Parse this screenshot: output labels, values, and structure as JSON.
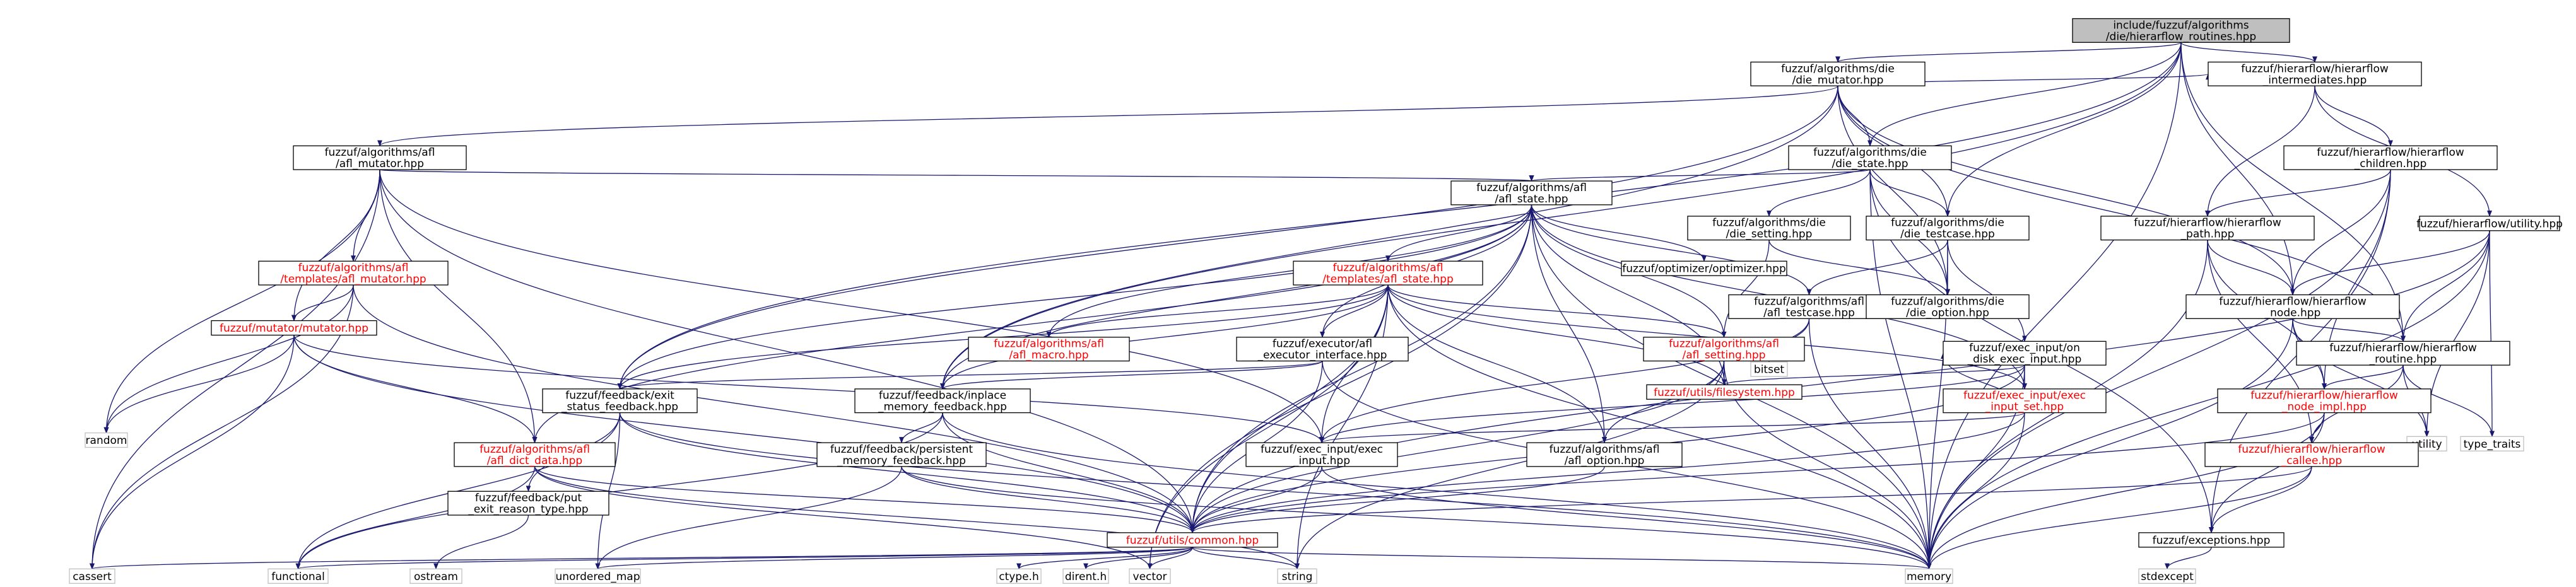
{
  "nodes": [
    {
      "id": "root",
      "lines": [
        "include/fuzzuf/algorithms",
        "/die/hierarflow_routines.hpp"
      ],
      "style": "root"
    },
    {
      "id": "die_mutator",
      "lines": [
        "fuzzuf/algorithms/die",
        "/die_mutator.hpp"
      ],
      "style": "normal"
    },
    {
      "id": "hf_intermediates",
      "lines": [
        "fuzzuf/hierarflow/hierarflow",
        "_intermediates.hpp"
      ],
      "style": "normal"
    },
    {
      "id": "afl_mutator",
      "lines": [
        "fuzzuf/algorithms/afl",
        "/afl_mutator.hpp"
      ],
      "style": "normal"
    },
    {
      "id": "die_state",
      "lines": [
        "fuzzuf/algorithms/die",
        "/die_state.hpp"
      ],
      "style": "normal"
    },
    {
      "id": "hf_children",
      "lines": [
        "fuzzuf/hierarflow/hierarflow",
        "_children.hpp"
      ],
      "style": "normal"
    },
    {
      "id": "afl_state",
      "lines": [
        "fuzzuf/algorithms/afl",
        "/afl_state.hpp"
      ],
      "style": "normal"
    },
    {
      "id": "die_setting",
      "lines": [
        "fuzzuf/algorithms/die",
        "/die_setting.hpp"
      ],
      "style": "normal"
    },
    {
      "id": "die_testcase",
      "lines": [
        "fuzzuf/algorithms/die",
        "/die_testcase.hpp"
      ],
      "style": "normal"
    },
    {
      "id": "hf_path",
      "lines": [
        "fuzzuf/hierarflow/hierarflow",
        "_path.hpp"
      ],
      "style": "normal"
    },
    {
      "id": "utility_hpp",
      "lines": [
        "fuzzuf/hierarflow/utility.hpp"
      ],
      "style": "normal"
    },
    {
      "id": "tmpl_afl_mutator",
      "lines": [
        "fuzzuf/algorithms/afl",
        "/templates/afl_mutator.hpp"
      ],
      "style": "red"
    },
    {
      "id": "tmpl_afl_state",
      "lines": [
        "fuzzuf/algorithms/afl",
        "/templates/afl_state.hpp"
      ],
      "style": "red"
    },
    {
      "id": "optimizer",
      "lines": [
        "fuzzuf/optimizer/optimizer.hpp"
      ],
      "style": "normal"
    },
    {
      "id": "afl_testcase",
      "lines": [
        "fuzzuf/algorithms/afl",
        "/afl_testcase.hpp"
      ],
      "style": "normal"
    },
    {
      "id": "die_option",
      "lines": [
        "fuzzuf/algorithms/die",
        "/die_option.hpp"
      ],
      "style": "normal"
    },
    {
      "id": "hf_node",
      "lines": [
        "fuzzuf/hierarflow/hierarflow",
        "_node.hpp"
      ],
      "style": "normal"
    },
    {
      "id": "mutator_mutator",
      "lines": [
        "fuzzuf/mutator/mutator.hpp"
      ],
      "style": "red"
    },
    {
      "id": "afl_macro",
      "lines": [
        "fuzzuf/algorithms/afl",
        "/afl_macro.hpp"
      ],
      "style": "red"
    },
    {
      "id": "executor_afl",
      "lines": [
        "fuzzuf/executor/afl",
        "_executor_interface.hpp"
      ],
      "style": "normal"
    },
    {
      "id": "afl_setting",
      "lines": [
        "fuzzuf/algorithms/afl",
        "/afl_setting.hpp"
      ],
      "style": "red"
    },
    {
      "id": "bitset",
      "lines": [
        "bitset"
      ],
      "style": "ext"
    },
    {
      "id": "on_disk",
      "lines": [
        "fuzzuf/exec_input/on",
        "_disk_exec_input.hpp"
      ],
      "style": "normal"
    },
    {
      "id": "hf_routine",
      "lines": [
        "fuzzuf/hierarflow/hierarflow",
        "_routine.hpp"
      ],
      "style": "normal"
    },
    {
      "id": "exit_status",
      "lines": [
        "fuzzuf/feedback/exit",
        "_status_feedback.hpp"
      ],
      "style": "normal"
    },
    {
      "id": "inplace_mem",
      "lines": [
        "fuzzuf/feedback/inplace",
        "_memory_feedback.hpp"
      ],
      "style": "normal"
    },
    {
      "id": "filesystem",
      "lines": [
        "fuzzuf/utils/filesystem.hpp"
      ],
      "style": "red"
    },
    {
      "id": "exec_input_set",
      "lines": [
        "fuzzuf/exec_input/exec",
        "_input_set.hpp"
      ],
      "style": "red"
    },
    {
      "id": "hf_node_impl",
      "lines": [
        "fuzzuf/hierarflow/hierarflow",
        "_node_impl.hpp"
      ],
      "style": "red"
    },
    {
      "id": "utility",
      "lines": [
        "utility"
      ],
      "style": "ext"
    },
    {
      "id": "type_traits",
      "lines": [
        "type_traits"
      ],
      "style": "ext"
    },
    {
      "id": "random",
      "lines": [
        "random"
      ],
      "style": "ext"
    },
    {
      "id": "afl_dict_data",
      "lines": [
        "fuzzuf/algorithms/afl",
        "/afl_dict_data.hpp"
      ],
      "style": "red"
    },
    {
      "id": "persistent_mem",
      "lines": [
        "fuzzuf/feedback/persistent",
        "_memory_feedback.hpp"
      ],
      "style": "normal"
    },
    {
      "id": "exec_input",
      "lines": [
        "fuzzuf/exec_input/exec",
        "_input.hpp"
      ],
      "style": "normal"
    },
    {
      "id": "afl_option",
      "lines": [
        "fuzzuf/algorithms/afl",
        "/afl_option.hpp"
      ],
      "style": "normal"
    },
    {
      "id": "hf_callee",
      "lines": [
        "fuzzuf/hierarflow/hierarflow",
        "_callee.hpp"
      ],
      "style": "red"
    },
    {
      "id": "put_exit",
      "lines": [
        "fuzzuf/feedback/put",
        "_exit_reason_type.hpp"
      ],
      "style": "normal"
    },
    {
      "id": "common",
      "lines": [
        "fuzzuf/utils/common.hpp"
      ],
      "style": "red"
    },
    {
      "id": "exceptions",
      "lines": [
        "fuzzuf/exceptions.hpp"
      ],
      "style": "normal"
    },
    {
      "id": "cassert",
      "lines": [
        "cassert"
      ],
      "style": "ext"
    },
    {
      "id": "functional",
      "lines": [
        "functional"
      ],
      "style": "ext"
    },
    {
      "id": "ostream",
      "lines": [
        "ostream"
      ],
      "style": "ext"
    },
    {
      "id": "unordered_map",
      "lines": [
        "unordered_map"
      ],
      "style": "ext"
    },
    {
      "id": "ctype",
      "lines": [
        "ctype.h"
      ],
      "style": "ext"
    },
    {
      "id": "dirent",
      "lines": [
        "dirent.h"
      ],
      "style": "ext"
    },
    {
      "id": "vector",
      "lines": [
        "vector"
      ],
      "style": "ext"
    },
    {
      "id": "string",
      "lines": [
        "string"
      ],
      "style": "ext"
    },
    {
      "id": "memory",
      "lines": [
        "memory"
      ],
      "style": "ext"
    },
    {
      "id": "stdexcept",
      "lines": [
        "stdexcept"
      ],
      "style": "ext"
    }
  ],
  "edges": [
    [
      "root",
      "die_mutator"
    ],
    [
      "root",
      "hf_intermediates"
    ],
    [
      "root",
      "die_state"
    ],
    [
      "root",
      "die_testcase"
    ],
    [
      "root",
      "exit_status"
    ],
    [
      "root",
      "inplace_mem"
    ],
    [
      "root",
      "hf_node"
    ],
    [
      "root",
      "hf_routine"
    ],
    [
      "root",
      "memory"
    ],
    [
      "die_mutator",
      "afl_mutator"
    ],
    [
      "die_mutator",
      "die_state"
    ],
    [
      "die_mutator",
      "die_testcase"
    ],
    [
      "die_mutator",
      "die_option"
    ],
    [
      "die_mutator",
      "hf_intermediates"
    ],
    [
      "die_mutator",
      "hf_node"
    ],
    [
      "die_mutator",
      "hf_routine"
    ],
    [
      "die_mutator",
      "exit_status"
    ],
    [
      "die_mutator",
      "inplace_mem"
    ],
    [
      "hf_intermediates",
      "hf_children"
    ],
    [
      "hf_intermediates",
      "hf_path"
    ],
    [
      "hf_intermediates",
      "utility_hpp"
    ],
    [
      "afl_mutator",
      "afl_state"
    ],
    [
      "afl_mutator",
      "tmpl_afl_mutator"
    ],
    [
      "afl_mutator",
      "mutator_mutator"
    ],
    [
      "afl_mutator",
      "random"
    ],
    [
      "afl_mutator",
      "cassert"
    ],
    [
      "afl_mutator",
      "afl_dict_data"
    ],
    [
      "afl_mutator",
      "exec_input"
    ],
    [
      "afl_mutator",
      "common"
    ],
    [
      "die_state",
      "afl_state"
    ],
    [
      "die_state",
      "die_setting"
    ],
    [
      "die_state",
      "die_testcase"
    ],
    [
      "die_state",
      "die_option"
    ],
    [
      "die_state",
      "exceptions"
    ],
    [
      "die_state",
      "memory"
    ],
    [
      "hf_children",
      "hf_path"
    ],
    [
      "hf_children",
      "hf_node"
    ],
    [
      "hf_children",
      "hf_node_impl"
    ],
    [
      "hf_children",
      "memory"
    ],
    [
      "hf_children",
      "exceptions"
    ],
    [
      "afl_state",
      "tmpl_afl_state"
    ],
    [
      "afl_state",
      "optimizer"
    ],
    [
      "afl_state",
      "afl_testcase"
    ],
    [
      "afl_state",
      "afl_macro"
    ],
    [
      "afl_state",
      "executor_afl"
    ],
    [
      "afl_state",
      "afl_setting"
    ],
    [
      "afl_state",
      "exit_status"
    ],
    [
      "afl_state",
      "inplace_mem"
    ],
    [
      "afl_state",
      "filesystem"
    ],
    [
      "afl_state",
      "exec_input_set"
    ],
    [
      "afl_state",
      "afl_option"
    ],
    [
      "afl_state",
      "common"
    ],
    [
      "afl_state",
      "memory"
    ],
    [
      "afl_state",
      "afl_dict_data"
    ],
    [
      "afl_state",
      "vector"
    ],
    [
      "die_setting",
      "afl_setting"
    ],
    [
      "die_setting",
      "die_option"
    ],
    [
      "die_testcase",
      "afl_testcase"
    ],
    [
      "die_testcase",
      "die_option"
    ],
    [
      "die_testcase",
      "on_disk"
    ],
    [
      "die_testcase",
      "memory"
    ],
    [
      "hf_path",
      "hf_node"
    ],
    [
      "hf_path",
      "hf_node_impl"
    ],
    [
      "hf_path",
      "hf_callee"
    ],
    [
      "hf_path",
      "memory"
    ],
    [
      "utility_hpp",
      "hf_node"
    ],
    [
      "utility_hpp",
      "hf_routine"
    ],
    [
      "utility_hpp",
      "utility"
    ],
    [
      "utility_hpp",
      "type_traits"
    ],
    [
      "utility_hpp",
      "memory"
    ],
    [
      "utility_hpp",
      "common"
    ],
    [
      "tmpl_afl_mutator",
      "mutator_mutator"
    ],
    [
      "tmpl_afl_mutator",
      "random"
    ],
    [
      "tmpl_afl_mutator",
      "cassert"
    ],
    [
      "tmpl_afl_mutator",
      "common"
    ],
    [
      "tmpl_afl_state",
      "afl_macro"
    ],
    [
      "tmpl_afl_state",
      "executor_afl"
    ],
    [
      "tmpl_afl_state",
      "afl_setting"
    ],
    [
      "tmpl_afl_state",
      "exit_status"
    ],
    [
      "tmpl_afl_state",
      "inplace_mem"
    ],
    [
      "tmpl_afl_state",
      "filesystem"
    ],
    [
      "tmpl_afl_state",
      "exec_input_set"
    ],
    [
      "tmpl_afl_state",
      "afl_option"
    ],
    [
      "tmpl_afl_state",
      "exec_input"
    ],
    [
      "tmpl_afl_state",
      "common"
    ],
    [
      "tmpl_afl_state",
      "string"
    ],
    [
      "tmpl_afl_state",
      "vector"
    ],
    [
      "tmpl_afl_state",
      "memory"
    ],
    [
      "afl_testcase",
      "exec_input"
    ],
    [
      "afl_testcase",
      "bitset"
    ],
    [
      "afl_testcase",
      "memory"
    ],
    [
      "hf_node",
      "hf_routine"
    ],
    [
      "hf_node",
      "hf_node_impl"
    ],
    [
      "hf_node",
      "utility"
    ],
    [
      "hf_node",
      "memory"
    ],
    [
      "mutator_mutator",
      "random"
    ],
    [
      "mutator_mutator",
      "cassert"
    ],
    [
      "mutator_mutator",
      "afl_dict_data"
    ],
    [
      "mutator_mutator",
      "exec_input"
    ],
    [
      "mutator_mutator",
      "common"
    ],
    [
      "executor_afl",
      "exit_status"
    ],
    [
      "executor_afl",
      "inplace_mem"
    ],
    [
      "executor_afl",
      "common"
    ],
    [
      "executor_afl",
      "memory"
    ],
    [
      "afl_setting",
      "filesystem"
    ],
    [
      "afl_setting",
      "afl_option"
    ],
    [
      "afl_setting",
      "common"
    ],
    [
      "afl_setting",
      "string"
    ],
    [
      "afl_setting",
      "memory"
    ],
    [
      "on_disk",
      "exec_input_set"
    ],
    [
      "on_disk",
      "filesystem"
    ],
    [
      "on_disk",
      "exec_input"
    ],
    [
      "on_disk",
      "common"
    ],
    [
      "on_disk",
      "memory"
    ],
    [
      "hf_routine",
      "hf_node_impl"
    ],
    [
      "hf_routine",
      "hf_callee"
    ],
    [
      "hf_routine",
      "utility"
    ],
    [
      "hf_routine",
      "type_traits"
    ],
    [
      "exit_status",
      "put_exit"
    ],
    [
      "exit_status",
      "common"
    ],
    [
      "exit_status",
      "functional"
    ],
    [
      "exit_status",
      "unordered_map"
    ],
    [
      "exit_status",
      "memory"
    ],
    [
      "inplace_mem",
      "persistent_mem"
    ],
    [
      "inplace_mem",
      "common"
    ],
    [
      "inplace_mem",
      "functional"
    ],
    [
      "inplace_mem",
      "memory"
    ],
    [
      "exec_input_set",
      "on_disk"
    ],
    [
      "exec_input_set",
      "exec_input"
    ],
    [
      "exec_input_set",
      "common"
    ],
    [
      "exec_input_set",
      "memory"
    ],
    [
      "hf_node_impl",
      "hf_callee"
    ],
    [
      "hf_node_impl",
      "exceptions"
    ],
    [
      "hf_node_impl",
      "common"
    ],
    [
      "hf_node_impl",
      "memory"
    ],
    [
      "afl_dict_data",
      "common"
    ],
    [
      "afl_dict_data",
      "functional"
    ],
    [
      "afl_dict_data",
      "string"
    ],
    [
      "afl_dict_data",
      "vector"
    ],
    [
      "persistent_mem",
      "common"
    ],
    [
      "persistent_mem",
      "unordered_map"
    ],
    [
      "persistent_mem",
      "memory"
    ],
    [
      "exec_input",
      "common"
    ],
    [
      "exec_input",
      "memory"
    ],
    [
      "afl_option",
      "common"
    ],
    [
      "hf_callee",
      "exceptions"
    ],
    [
      "hf_callee",
      "common"
    ],
    [
      "hf_callee",
      "memory"
    ],
    [
      "put_exit",
      "ostream"
    ],
    [
      "common",
      "cassert"
    ],
    [
      "common",
      "functional"
    ],
    [
      "common",
      "unordered_map"
    ],
    [
      "common",
      "ctype"
    ],
    [
      "common",
      "dirent"
    ],
    [
      "common",
      "vector"
    ],
    [
      "common",
      "string"
    ],
    [
      "common",
      "memory"
    ],
    [
      "exceptions",
      "stdexcept"
    ]
  ]
}
